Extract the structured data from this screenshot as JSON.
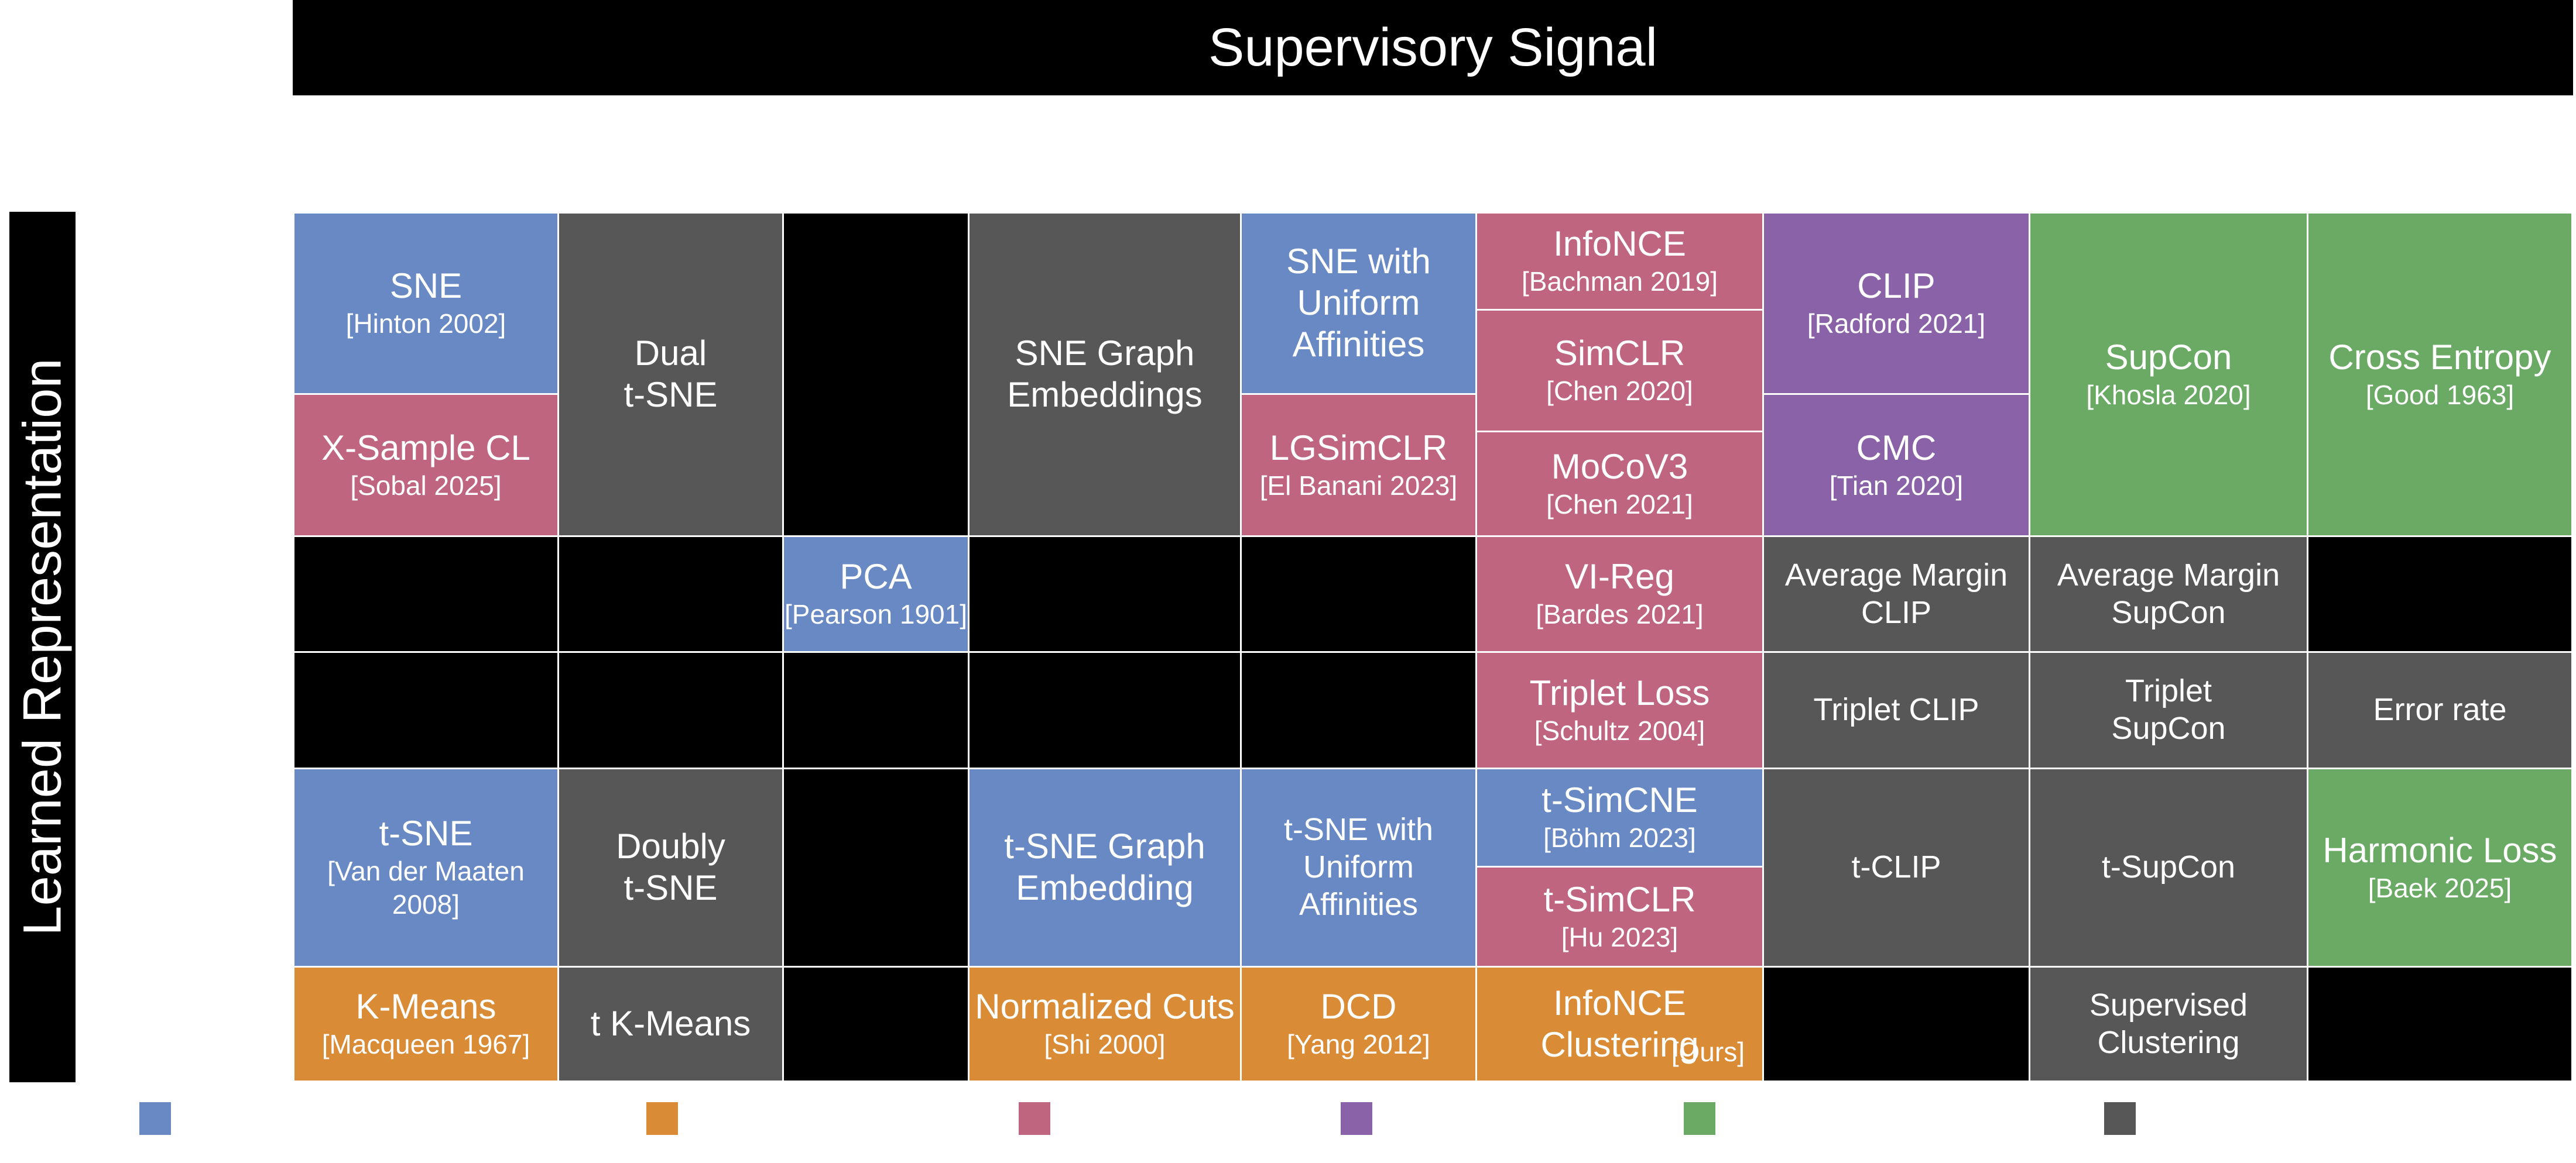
{
  "header": {
    "supervisory_signal": "Supervisory Signal"
  },
  "side": {
    "learned_representation": "Learned Representation"
  },
  "colors": {
    "blue": "#6889c4",
    "orange": "#d98b36",
    "pink": "#bf6580",
    "purple": "#8a62a8",
    "green": "#6aaa65",
    "gray": "#575757",
    "empty": "#000000"
  },
  "cells": {
    "sne": {
      "title": "SNE",
      "cite": "[Hinton 2002]"
    },
    "x_sample_cl": {
      "title": "X-Sample CL",
      "cite": "[Sobal 2025]"
    },
    "dual_tsne": {
      "title": "Dual\nt-SNE"
    },
    "sne_graph": {
      "title": "SNE Graph\nEmbeddings"
    },
    "sne_uniform": {
      "title": "SNE with\nUniform\nAffinities"
    },
    "lgsimclr": {
      "title": "LGSimCLR",
      "cite": "[El Banani 2023]"
    },
    "infonce": {
      "title": "InfoNCE",
      "cite": "[Bachman 2019]"
    },
    "simclr": {
      "title": "SimCLR",
      "cite": "[Chen 2020]"
    },
    "mocov3": {
      "title": "MoCoV3",
      "cite": "[Chen 2021]"
    },
    "clip": {
      "title": "CLIP",
      "cite": "[Radford 2021]"
    },
    "cmc": {
      "title": "CMC",
      "cite": "[Tian 2020]"
    },
    "supcon": {
      "title": "SupCon",
      "cite": "[Khosla 2020]"
    },
    "cross_entropy": {
      "title": "Cross Entropy",
      "cite": "[Good 1963]"
    },
    "pca": {
      "title": "PCA",
      "cite": "[Pearson 1901]"
    },
    "vicreg": {
      "title": "VI-Reg",
      "cite": "[Bardes 2021]"
    },
    "avg_margin_clip": {
      "title": "Average Margin\nCLIP"
    },
    "avg_margin_supcon": {
      "title": "Average Margin\nSupCon"
    },
    "triplet_loss": {
      "title": "Triplet Loss",
      "cite": "[Schultz 2004]"
    },
    "triplet_clip": {
      "title": "Triplet CLIP"
    },
    "triplet_supcon": {
      "title": "Triplet\nSupCon"
    },
    "error_rate": {
      "title": "Error rate"
    },
    "tsne": {
      "title": "t-SNE",
      "cite": "[Van der Maaten\n2008]"
    },
    "doubly_tsne": {
      "title": "Doubly\nt-SNE"
    },
    "tsne_graph": {
      "title": "t-SNE Graph\nEmbedding"
    },
    "tsne_uniform": {
      "title": "t-SNE with\nUniform\nAffinities"
    },
    "t_simcne": {
      "title": "t-SimCNE",
      "cite": "[Böhm 2023]"
    },
    "t_simclr": {
      "title": "t-SimCLR",
      "cite": "[Hu 2023]"
    },
    "t_clip": {
      "title": "t-CLIP"
    },
    "t_supcon": {
      "title": "t-SupCon"
    },
    "harmonic_loss": {
      "title": "Harmonic Loss",
      "cite": "[Baek 2025]"
    },
    "kmeans": {
      "title": "K-Means",
      "cite": "[Macqueen 1967]"
    },
    "t_kmeans": {
      "title": "t K-Means"
    },
    "normalized_cuts": {
      "title": "Normalized Cuts",
      "cite": "[Shi 2000]"
    },
    "dcd": {
      "title": "DCD",
      "cite": "[Yang 2012]"
    },
    "infonce_clustering": {
      "title": "InfoNCE\nClustering",
      "cite": "[Ours]"
    },
    "supervised_clustering": {
      "title": "Supervised\nClustering"
    }
  },
  "legend": [
    "blue",
    "orange",
    "pink",
    "purple",
    "green",
    "gray"
  ]
}
